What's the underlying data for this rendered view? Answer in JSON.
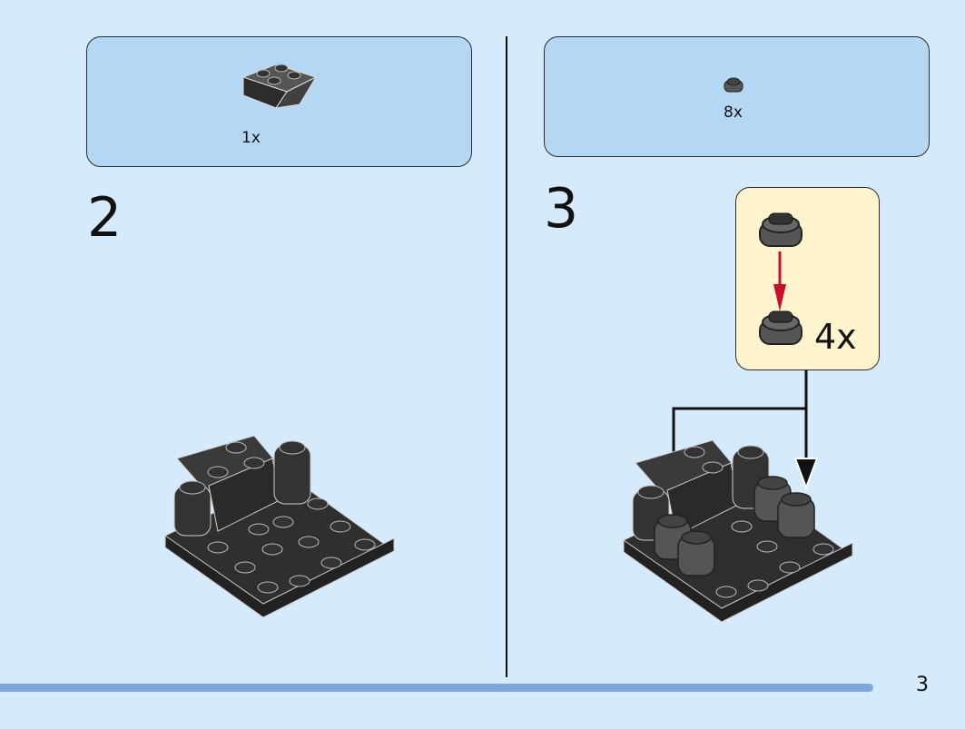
{
  "left_panel": {
    "parts_qty": "1x",
    "step_number": "2"
  },
  "right_panel": {
    "parts_qty": "8x",
    "step_number": "3",
    "callout_multiplier": "4x"
  },
  "page_number": "3",
  "colors": {
    "background": "#d5ebfb",
    "parts_box": "#b4d8f4",
    "callout": "#fff4cd",
    "arrow_red": "#c8102e",
    "progress_bar": "#7ea6dc"
  },
  "progress": 0.905
}
